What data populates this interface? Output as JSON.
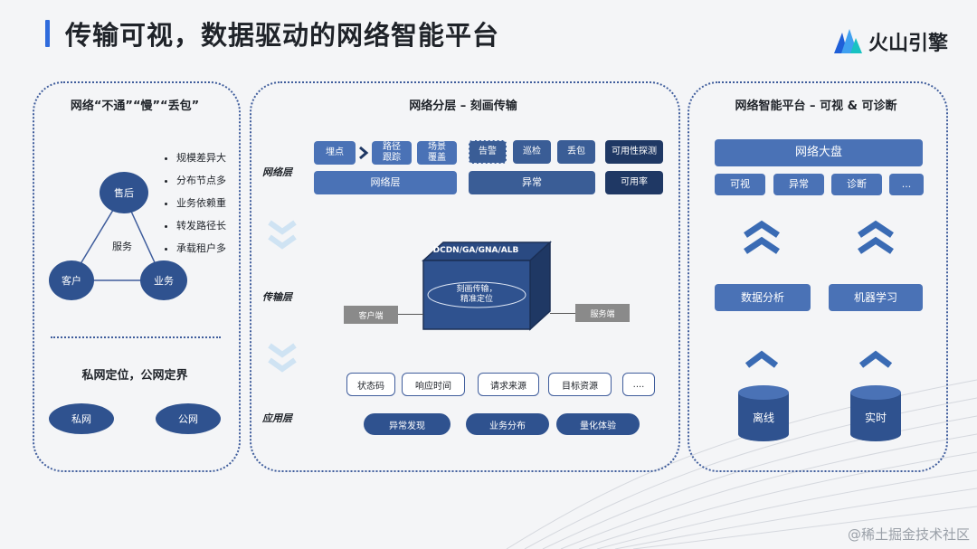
{
  "header": {
    "title": "传输可视，数据驱动的网络智能平台",
    "brand": "火山引擎"
  },
  "left_panel": {
    "title": "网络“不通”“慢”“丢包”",
    "nodes": {
      "top": "售后",
      "left": "客户",
      "right": "业务",
      "center": "服务"
    },
    "bullets": [
      "规模差异大",
      "分布节点多",
      "业务依赖重",
      "转发路径长",
      "承载租户多"
    ],
    "subtitle": "私网定位，公网定界",
    "ellipses": [
      "私网",
      "公网"
    ]
  },
  "middle_panel": {
    "title": "网络分层 – 刻画传输",
    "layers": {
      "network": "网络层",
      "transport": "传输层",
      "application": "应用层"
    },
    "row1": {
      "g1": [
        "埋点",
        "路径\n跟踪",
        "场景\n覆盖"
      ],
      "g2": [
        "告警",
        "巡检",
        "丢包"
      ],
      "g3": "可用性探测"
    },
    "row2": {
      "g1": "网络层",
      "g2": "异常",
      "g3": "可用率"
    },
    "cube": {
      "top_label": "DCDN/GA/GNA/ALB",
      "core": "刻画传输，\n精准定位"
    },
    "client": "客户端",
    "server": "服务端",
    "metrics": [
      "状态码",
      "响应时间",
      "请求来源",
      "目标资源",
      "...."
    ],
    "outcomes": [
      "异常发现",
      "业务分布",
      "量化体验"
    ]
  },
  "right_panel": {
    "title": "网络智能平台 – 可视 & 可诊断",
    "dashboard": "网络大盘",
    "functions": [
      "可视",
      "异常",
      "诊断",
      "..."
    ],
    "analysis": [
      "数据分析",
      "机器学习"
    ],
    "storage": [
      "离线",
      "实时"
    ]
  },
  "watermark": "@稀土掘金技术社区",
  "colors": {
    "accent": "#2f6bdc",
    "node": "#2f528f",
    "dark": "#1f3864",
    "light": "#4a72b6"
  }
}
